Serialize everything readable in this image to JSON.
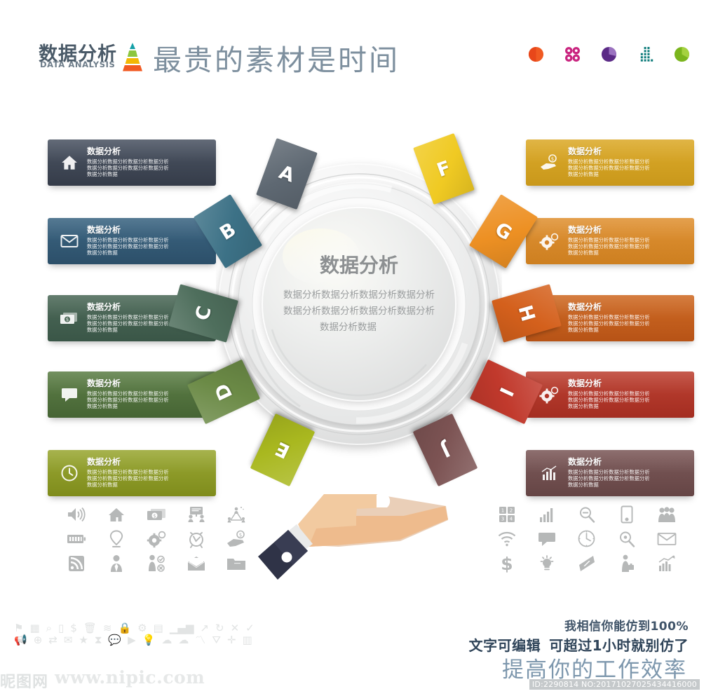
{
  "header": {
    "logo_cn": "数据分析",
    "logo_en": "DATA ANALYSIS",
    "headline": "最贵的素材是时间",
    "icons": [
      {
        "name": "pie-chart-half-icon",
        "color": "#f05a22"
      },
      {
        "name": "four-circles-icon",
        "color": "#c9247f"
      },
      {
        "name": "pie-chart-quarter-icon",
        "color": "#5b2a86"
      },
      {
        "name": "dotted-bar-chart-icon",
        "color": "#0e7c7b"
      },
      {
        "name": "pie-chart-wedge-icon",
        "color": "#7ab51d"
      }
    ]
  },
  "center": {
    "title": "数据分析",
    "body_lines": [
      "数据分析数据分析数据分析数据分析",
      "数据分析数据分析数据分析数据分析",
      "数据分析数据"
    ]
  },
  "left_items": [
    {
      "letter": "A",
      "icon": "home-icon",
      "color": "#3e4654",
      "color2": "#535d6c",
      "tile": "#5e6872",
      "title": "数据分析",
      "body": [
        "数据分析数据分析数据分析数据分析",
        "数据分析数据分析数据分析数据分析",
        "数据分析数据"
      ]
    },
    {
      "letter": "B",
      "icon": "envelope-icon",
      "color": "#2f5571",
      "color2": "#3d6e8e",
      "tile": "#3c7186",
      "title": "数据分析",
      "body": [
        "数据分析数据分析数据分析数据分析",
        "数据分析数据分析数据分析数据分析",
        "数据分析数据"
      ]
    },
    {
      "letter": "C",
      "icon": "money-icon",
      "color": "#3c5a4b",
      "color2": "#4d6d5b",
      "tile": "#4e6e5c",
      "title": "数据分析",
      "body": [
        "数据分析数据分析数据分析数据分析",
        "数据分析数据分析数据分析数据分析",
        "数据分析数据"
      ]
    },
    {
      "letter": "D",
      "icon": "chat-icon",
      "color": "#4a6b3a",
      "color2": "#5c7f47",
      "tile": "#6b8a46",
      "title": "数据分析",
      "body": [
        "数据分析数据分析数据分析数据分析",
        "数据分析数据分析数据分析数据分析",
        "数据分析数据"
      ]
    },
    {
      "letter": "E",
      "icon": "clock-icon",
      "color": "#8c9a27",
      "color2": "#9aa833",
      "tile": "#a9b81f",
      "title": "数据分析",
      "body": [
        "数据分析数据分析数据分析数据分析",
        "数据分析数据分析数据分析数据分析",
        "数据分析数据"
      ]
    }
  ],
  "right_items": [
    {
      "letter": "F",
      "icon": "hand-coin-icon",
      "color": "#d4a021",
      "color2": "#e0ae2c",
      "tile": "#f0ca23",
      "title": "数据分析",
      "body": [
        "数据分析数据分析数据分析数据分析",
        "数据分析数据分析数据分析数据分析",
        "数据分析数据"
      ]
    },
    {
      "letter": "G",
      "icon": "gears-icon",
      "color": "#d4822a",
      "color2": "#e09035",
      "tile": "#ed9023",
      "title": "数据分析",
      "body": [
        "数据分析数据分析数据分析数据分析",
        "数据分析数据分析数据分析数据分析",
        "数据分析数据"
      ]
    },
    {
      "letter": "H",
      "icon": "lightbulb-icon",
      "color": "#c25a1c",
      "color2": "#d06726",
      "tile": "#d4601c",
      "title": "数据分析",
      "body": [
        "数据分析数据分析数据分析数据分析",
        "数据分析数据分析数据分析数据分析",
        "数据分析数据"
      ]
    },
    {
      "letter": "I",
      "icon": "gears-icon",
      "color": "#b03428",
      "color2": "#bd4033",
      "tile": "#c1392c",
      "title": "数据分析",
      "body": [
        "数据分析数据分析数据分析数据分析",
        "数据分析数据分析数据分析数据分析",
        "数据分析数据"
      ]
    },
    {
      "letter": "J",
      "icon": "bar-chart-icon",
      "color": "#6f4f4f",
      "color2": "#7d5a5a",
      "tile": "#7c5353",
      "title": "数据分析",
      "body": [
        "数据分析数据分析数据分析数据分析",
        "数据分析数据分析数据分析数据分析",
        "数据分析数据"
      ]
    }
  ],
  "icon_grid_left": [
    "speaker-icon",
    "home-icon",
    "money-icon",
    "presentation-people-icon",
    "network-people-icon",
    "battery-icon",
    "location-pin-icon",
    "gears-icon",
    "alarm-clock-icon",
    "hand-coin-icon",
    "rss-signal-icon",
    "businessman-icon",
    "person-check-icon",
    "open-envelope-icon",
    "folder-icon"
  ],
  "icon_grid_right": [
    "numbered-blocks-icon",
    "bar-chart-icon",
    "zoom-out-icon",
    "mobile-phone-icon",
    "group-people-icon",
    "wifi-icon",
    "chat-bubble-icon",
    "clock-icon",
    "zoom-in-icon",
    "envelope-icon",
    "dollar-icon",
    "lightbulb-icon",
    "arrows-exchange-icon",
    "briefcase-person-icon",
    "growth-chart-icon"
  ],
  "footer": {
    "line1": "我相信你能仿到100%",
    "line2_a": "文字可编辑",
    "line2_b": "可超过1小时就别仿了",
    "line3": "提高你的工作效率"
  },
  "watermark": {
    "site": "www.nipic.com",
    "cn": "昵图网",
    "id": "ID:2290814 NO:20171027025434416000"
  },
  "colors": {
    "headline": "#7d8f9e",
    "logo": "#4a5a68",
    "center_title": "#8a8d8f",
    "footer_accent": "#7d97ad"
  }
}
